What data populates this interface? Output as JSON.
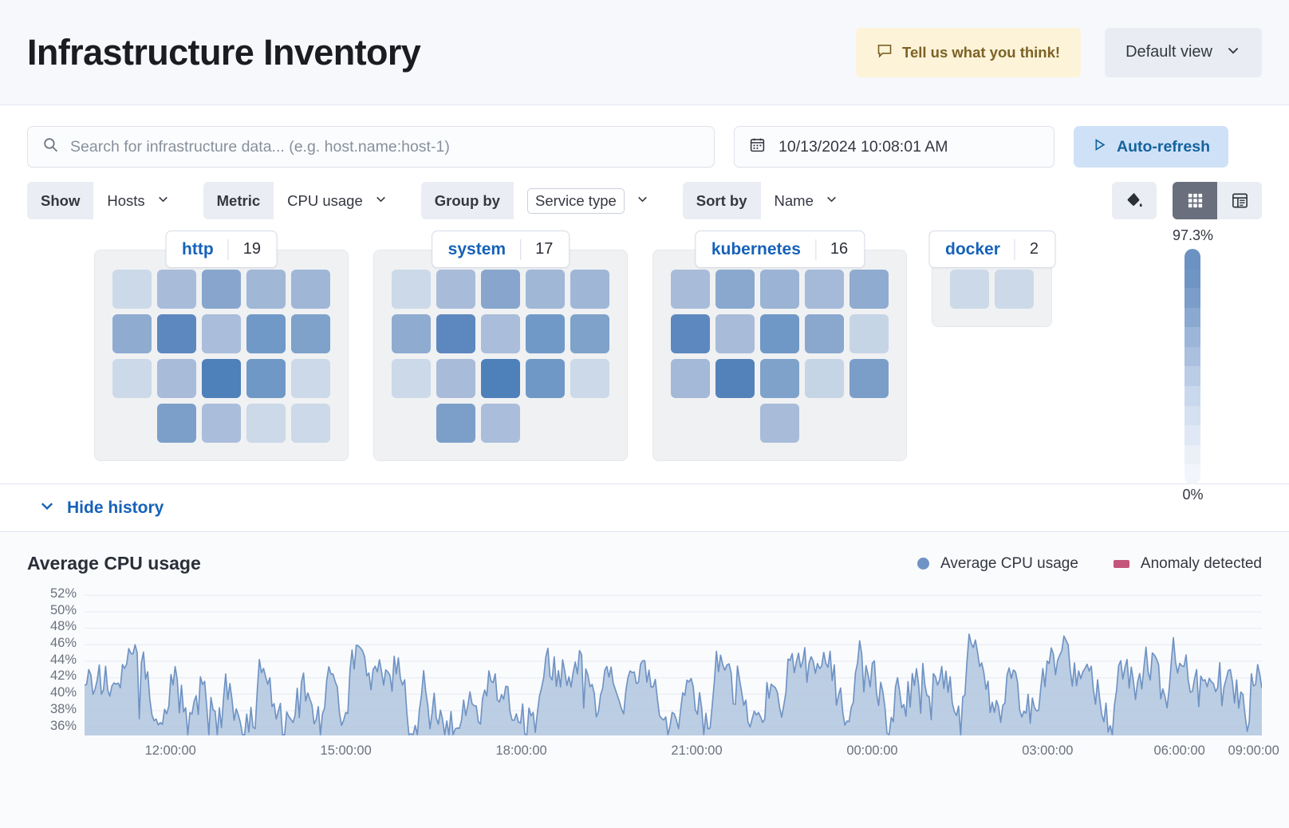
{
  "header": {
    "title": "Infrastructure Inventory",
    "feedback_label": "Tell us what you think!",
    "feedback_icon": "comment-icon",
    "view_label": "Default view",
    "view_chevron_icon": "chevron-down-icon"
  },
  "search": {
    "placeholder": "Search for infrastructure data... (e.g. host.name:host-1)",
    "icon": "search-icon"
  },
  "datepicker": {
    "value": "10/13/2024 10:08:01 AM",
    "icon": "calendar-icon"
  },
  "refresh": {
    "label": "Auto-refresh",
    "icon": "play-icon"
  },
  "filters": [
    {
      "label": "Show",
      "value": "Hosts",
      "boxed": false,
      "icon": "chevron-down-icon"
    },
    {
      "label": "Metric",
      "value": "CPU usage",
      "boxed": false,
      "icon": "chevron-down-icon"
    },
    {
      "label": "Group by",
      "value": "Service type",
      "boxed": true,
      "icon": "chevron-down-icon"
    },
    {
      "label": "Sort by",
      "value": "Name",
      "boxed": false,
      "icon": "chevron-down-icon"
    }
  ],
  "tools": {
    "paint_icon": "paint-bucket-icon",
    "grid_view_icon": "grid-view-icon",
    "table_view_icon": "table-view-icon",
    "active_view": "grid"
  },
  "legend_scale": {
    "max_label": "97.3%",
    "min_label": "0%",
    "stops": [
      "#6b92c2",
      "#6f95c4",
      "#7a9dc9",
      "#8aa9d0",
      "#9bb6d8",
      "#aac0de",
      "#bbcde6",
      "#c9d8ec",
      "#d5e0f0",
      "#e0e8f5",
      "#eaeff8",
      "#f2f5fb"
    ]
  },
  "groups": [
    {
      "name": "http",
      "count": "19",
      "tiles": [
        "#cbd9e8",
        "#a8bcd9",
        "#88a6cd",
        "#a0b7d6",
        "#9fb6d6",
        "#8fabd0",
        "#5d88bf",
        "#aabdda",
        "#7099c7",
        "#7ea2ca",
        "#cbd9e8",
        "#a8bbd9",
        "#4e80ba",
        "#6f98c6",
        "#cbd9e8",
        "#empty",
        "#7c9fc9",
        "#aabddb",
        "#cbd9e8",
        "#cbd9e8"
      ],
      "tile_offsets": [
        0,
        0,
        0,
        0,
        0,
        0,
        0,
        0,
        0,
        0,
        0,
        0,
        0,
        0,
        0,
        1,
        0,
        0,
        0,
        0
      ]
    },
    {
      "name": "system",
      "count": "17",
      "tiles": [
        "#cbd9e8",
        "#a8bcd9",
        "#88a6cd",
        "#a0b7d6",
        "#9fb6d6",
        "#8fabd0",
        "#5d88bf",
        "#aabdda",
        "#7099c7",
        "#7ea2ca",
        "#cbd9e8",
        "#a8bbd9",
        "#4e80ba",
        "#6f98c6",
        "#cbd9e8",
        "#empty",
        "#7c9fc9",
        "#aabddb",
        "#empty",
        "#empty"
      ]
    },
    {
      "name": "kubernetes",
      "count": "16",
      "tiles": [
        "#a8bcd9",
        "#8aa8ce",
        "#9bb3d4",
        "#a5bad8",
        "#8fabd0",
        "#5d88bf",
        "#a8bbd9",
        "#6f98c6",
        "#8aa8ce",
        "#c6d5e6",
        "#a3b9d7",
        "#5282b9",
        "#7ea2ca",
        "#c6d5e6",
        "#7b9ec9",
        "#empty",
        "#empty",
        "#a8bcd9",
        "#empty",
        "#empty"
      ]
    },
    {
      "name": "docker",
      "count": "2",
      "tiles": [
        "#cbd9e8",
        "#cbd9e8"
      ]
    }
  ],
  "history_toggle": {
    "label": "Hide history",
    "icon": "chevron-down-icon"
  },
  "chart_data": {
    "type": "area",
    "title": "Average CPU usage",
    "xlabel": "",
    "ylabel": "",
    "ylim": [
      35,
      53
    ],
    "grid": true,
    "legend_position": "top-right",
    "legend": [
      {
        "name": "Average CPU usage",
        "marker": "circle",
        "color": "#6f93c4"
      },
      {
        "name": "Anomaly detected",
        "marker": "rect",
        "color": "#c4557a"
      }
    ],
    "ytick_labels": [
      "52%",
      "50%",
      "48%",
      "46%",
      "44%",
      "42%",
      "40%",
      "38%",
      "36%"
    ],
    "ytick_values": [
      52,
      50,
      48,
      46,
      44,
      42,
      40,
      38,
      36
    ],
    "xtick_labels": [
      "12:00:00",
      "15:00:00",
      "18:00:00",
      "21:00:00",
      "00:00:00",
      "03:00:00",
      "06:00:00",
      "09:00:00"
    ],
    "xtick_positions": [
      0.073,
      0.222,
      0.371,
      0.52,
      0.669,
      0.818,
      0.93,
      0.993
    ],
    "series": [
      {
        "name": "Average CPU usage",
        "color": "#6f93c4",
        "fill": "#aec3dd",
        "values": [
          41.8,
          41.2,
          42.3,
          41.5,
          42.0,
          41.3,
          46.2,
          43.3,
          43.1,
          36.2,
          37.1,
          42.5,
          41.0,
          36.0,
          38.9,
          41.0,
          37.4,
          36.1,
          41.4,
          38.8,
          36.2,
          36.0,
          42.8,
          41.2,
          39.1,
          36.1,
          35.9,
          38.8,
          41.3,
          37.6,
          36.0,
          43.2,
          40.3,
          36.0,
          44.5,
          43.7,
          42.0,
          43.0,
          41.4,
          40.9,
          42.8,
          36.9,
          36.0,
          41.6,
          39.0,
          37.8,
          35.8,
          36.0,
          37.8,
          39.2,
          38.3,
          40.5,
          41.4,
          40.1,
          38.9,
          38.4,
          36.0,
          36.6,
          43.4,
          43.7,
          42.2,
          43.1,
          42.9,
          43.5,
          41.4,
          38.0,
          46.0,
          39.0,
          37.9,
          41.5,
          42.8,
          43.5,
          41.8,
          38.3,
          36.1,
          36.6,
          39.2,
          41.0,
          38.5,
          36.0,
          44.6,
          42.9,
          40.7,
          42.6,
          37.4,
          36.1,
          38.0,
          41.5,
          38.0,
          42.0,
          44.8,
          44.2,
          42.8,
          43.8,
          44.3,
          41.0,
          38.4,
          36.0,
          45.3,
          43.0,
          42.4,
          38.7,
          36.0,
          40.5,
          39.0,
          41.3,
          42.6,
          40.8,
          41.6,
          42.3,
          38.0,
          36.0,
          46.7,
          44.2,
          42.6,
          38.0,
          36.1,
          43.0,
          40.2,
          38.5,
          37.4,
          41.0,
          43.3,
          44.5,
          46.5,
          42.5,
          41.0,
          43.8,
          40.8,
          38.0,
          36.3,
          44.3,
          42.3,
          40.6,
          42.4,
          44.1,
          41.2,
          39.0,
          46.3,
          43.5,
          42.2,
          40.6,
          41.8,
          40.4,
          39.6,
          41.5,
          40.8,
          36.0,
          42.7,
          40.2
        ]
      }
    ]
  }
}
